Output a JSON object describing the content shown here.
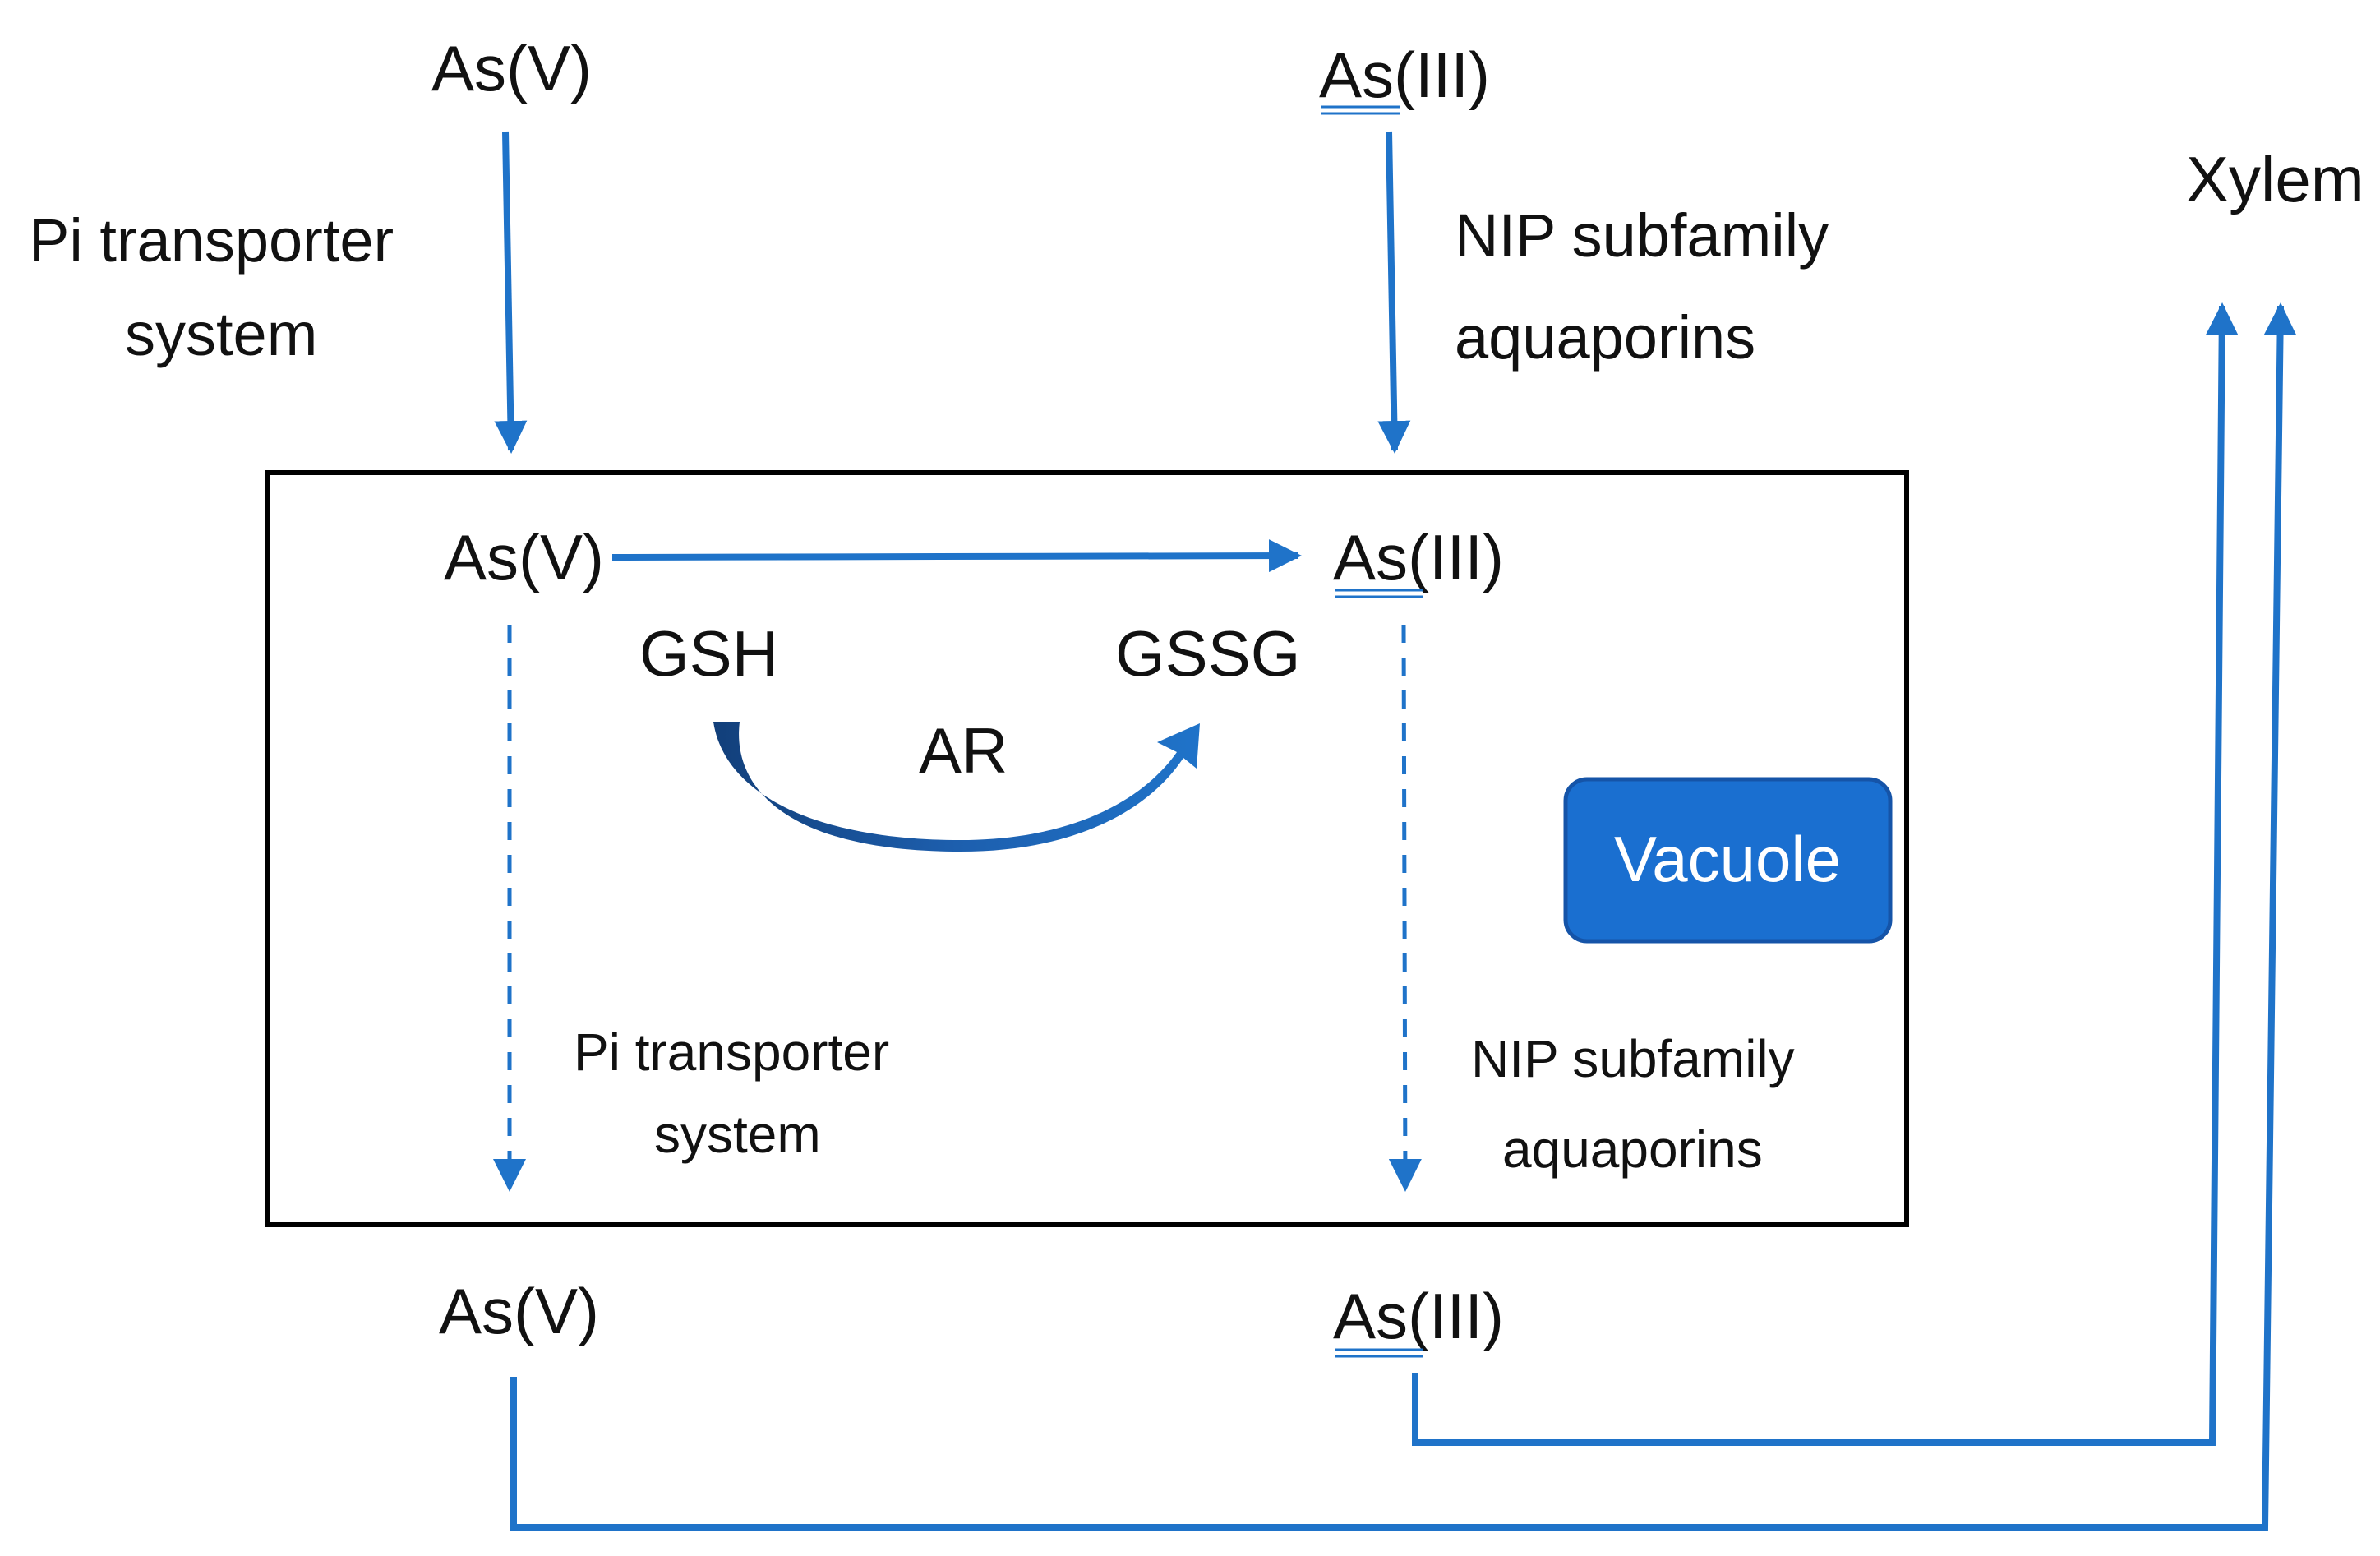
{
  "external": {
    "asv_top": "As(V)",
    "asiii_top": "As(III)",
    "pi_transporter_line1": "Pi transporter",
    "pi_transporter_line2": "system",
    "nip_line1": "NIP subfamily",
    "nip_line2": "aquaporins",
    "xylem": "Xylem",
    "asv_bottom": "As(V)",
    "asiii_bottom": "As(III)"
  },
  "cell": {
    "asv": "As(V)",
    "asiii": "As(III)",
    "gsh": "GSH",
    "gssg": "GSSG",
    "ar": "AR",
    "vacuole": "Vacuole",
    "pi_transporter_line1": "Pi transporter",
    "pi_transporter_line2": "system",
    "nip_line1": "NIP subfamily",
    "nip_line2": "aquaporins"
  },
  "colors": {
    "arrow": "#1f73c9",
    "vacuole_fill": "#1a6fd0",
    "vacuole_text": "#ffffff",
    "cell_border": "#000000"
  }
}
